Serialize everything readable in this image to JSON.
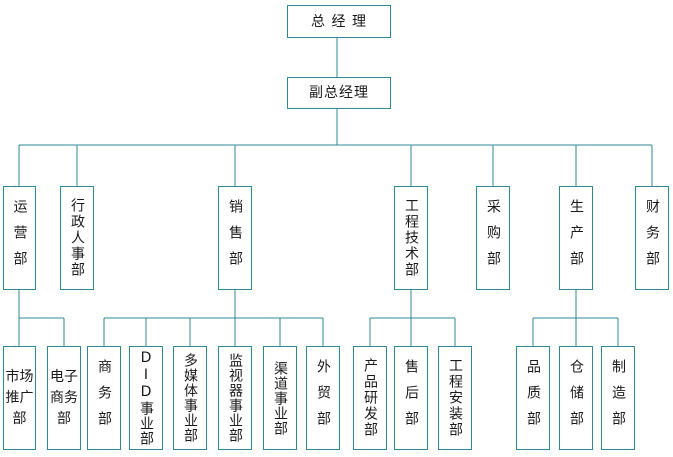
{
  "chart": {
    "root": "总 经 理",
    "deputy": "副总经理",
    "departments": {
      "yunying": "运营部",
      "xingzheng": "行政人事部",
      "xiaoshou": "销售部",
      "gongcheng": "工程技术部",
      "caigou": "采购部",
      "shengchan": "生产部",
      "caiwu": "财务部"
    },
    "units": {
      "shichang": "市场推广部",
      "dianzi": "电子商务部",
      "shangwu": "商务部",
      "did": "DID事业部",
      "duomeiti": "多媒体事业部",
      "jianshiqi": "监视器事业部",
      "qudao": "渠道事业部",
      "waimao": "外贸部",
      "yanfa": "产品研发部",
      "shouhou": "售后部",
      "anzhuang": "工程安装部",
      "pinzhi": "品质部",
      "cangchu": "仓储部",
      "zhizao": "制造部"
    }
  }
}
